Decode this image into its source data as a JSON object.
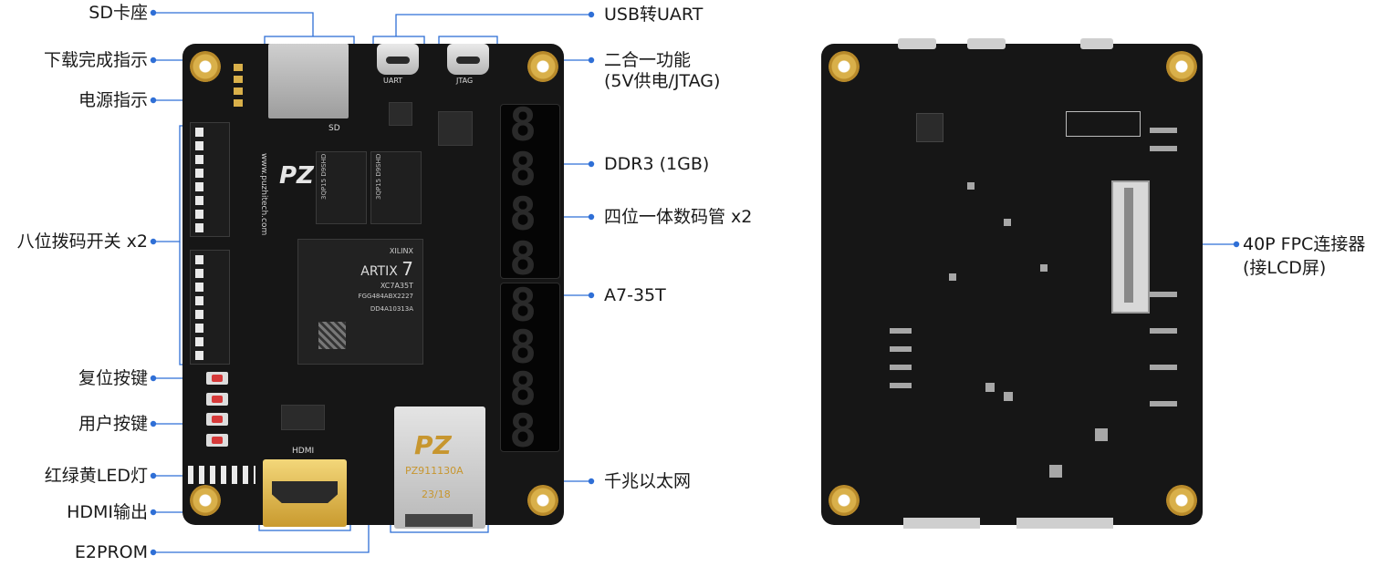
{
  "labels_left": [
    {
      "id": "sd",
      "text": "SD卡座"
    },
    {
      "id": "download",
      "text": "下载完成指示"
    },
    {
      "id": "power",
      "text": "电源指示"
    },
    {
      "id": "dip",
      "text": "八位拨码开关 x2"
    },
    {
      "id": "reset",
      "text": "复位按键"
    },
    {
      "id": "userkey",
      "text": "用户按键"
    },
    {
      "id": "led",
      "text": "红绿黄LED灯"
    },
    {
      "id": "hdmi",
      "text": "HDMI输出"
    },
    {
      "id": "e2prom",
      "text": "E2PROM"
    }
  ],
  "labels_right": [
    {
      "id": "usb",
      "text": "USB转UART"
    },
    {
      "id": "combo1",
      "text": "二合一功能"
    },
    {
      "id": "combo2",
      "text": "(5V供电/JTAG)"
    },
    {
      "id": "ddr3",
      "text": "DDR3 (1GB)"
    },
    {
      "id": "seg",
      "text": "四位一体数码管 x2"
    },
    {
      "id": "fpga",
      "text": "A7-35T"
    },
    {
      "id": "eth",
      "text": "千兆以太网"
    }
  ],
  "labels_back": [
    {
      "id": "fpc1",
      "text": "40P FPC连接器"
    },
    {
      "id": "fpc2",
      "text": "(接LCD屏)"
    }
  ],
  "board_text": {
    "fpga_brand": "XILINX",
    "fpga_family": "ARTIX",
    "fpga_series": "7",
    "fpga_part": "XC7A35T",
    "fpga_pkg": "FGG484ABX2227",
    "fpga_lot": "DD4A10313A",
    "ddr_mark": "3QP15 D9SHD",
    "eth_logo": "PZ",
    "eth_part": "PZ911130A",
    "eth_code": "23/18",
    "hdmi_silk": "HDMI",
    "sd_silk": "SD",
    "uart_silk": "UART",
    "jtag_silk": "JTAG",
    "website": "www.puzhitech.com",
    "brand_logo": "PZ",
    "seg_digit": "8"
  },
  "colors": {
    "callout_line": "#2f6fd6",
    "pcb": "#161616",
    "gold": "#d9b04a"
  }
}
